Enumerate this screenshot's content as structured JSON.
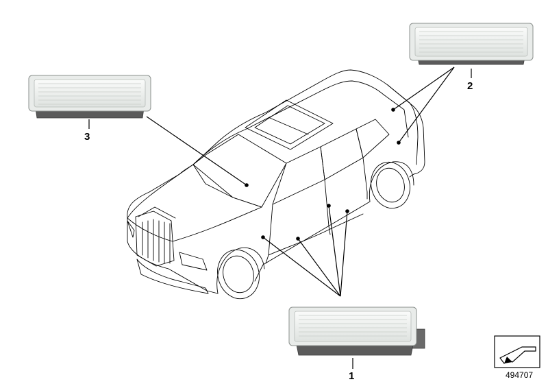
{
  "callouts": {
    "part1": "1",
    "part2": "2",
    "part3": "3"
  },
  "diagram_id": "494707",
  "icons": {
    "corner_symbol": "folded-arrow-icon"
  },
  "colors": {
    "line": "#000000",
    "lamp_body": "#e9ecea",
    "lamp_lens": "#f6f7f5",
    "lamp_base": "#5b5b5b"
  }
}
